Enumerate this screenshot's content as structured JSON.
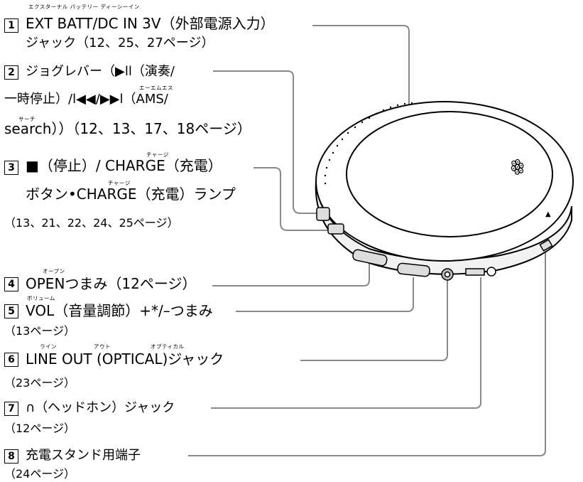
{
  "items": [
    {
      "num": "1",
      "ruby": [
        {
          "text": "エクスターナル バッテリー ディーシーイン"
        }
      ],
      "line1": "EXT BATT/DC IN 3V（外部電源入力）",
      "line2": "ジャック（12、25、27ページ）"
    },
    {
      "num": "2",
      "ruby": [
        {
          "text": "エーエムエス"
        },
        {
          "text": "サーチ"
        }
      ],
      "line1": "ジョグレバー（▶ll（演奏/",
      "line2": "一時停止）/l◀◀/▶▶l（AMS/",
      "line3": "search））（12、13、17、18ページ）"
    },
    {
      "num": "3",
      "ruby": [
        {
          "text": "チャージ"
        },
        {
          "text": "チャージ"
        }
      ],
      "line1": "■（停止）/ CHARGE（充電）",
      "line2": "ボタン•CHARGE（充電）ランプ",
      "line3": "（13、21、22、24、25ページ）"
    },
    {
      "num": "4",
      "ruby": [
        {
          "text": "オープン"
        }
      ],
      "line1": "OPENつまみ（12ページ）"
    },
    {
      "num": "5",
      "ruby": [
        {
          "text": "ボリューム"
        }
      ],
      "line1": "VOL（音量調節）+*/–つまみ",
      "line2": "（13ページ）"
    },
    {
      "num": "6",
      "ruby": [
        {
          "text": "ライン"
        },
        {
          "text": "アウト"
        },
        {
          "text": "オプティカル"
        }
      ],
      "line1": "LINE OUT (OPTICAL)ジャック",
      "line2": "（23ページ）"
    },
    {
      "num": "7",
      "ruby": [],
      "line1": "∩（ヘッドホン）ジャック",
      "line2": "（12ページ）"
    },
    {
      "num": "8",
      "ruby": [],
      "line1": "充電スタンド用端子",
      "line2": "（24ページ）"
    }
  ],
  "device": {
    "logo_glyph": "ꙮ",
    "arrow_glyph": "▲"
  }
}
